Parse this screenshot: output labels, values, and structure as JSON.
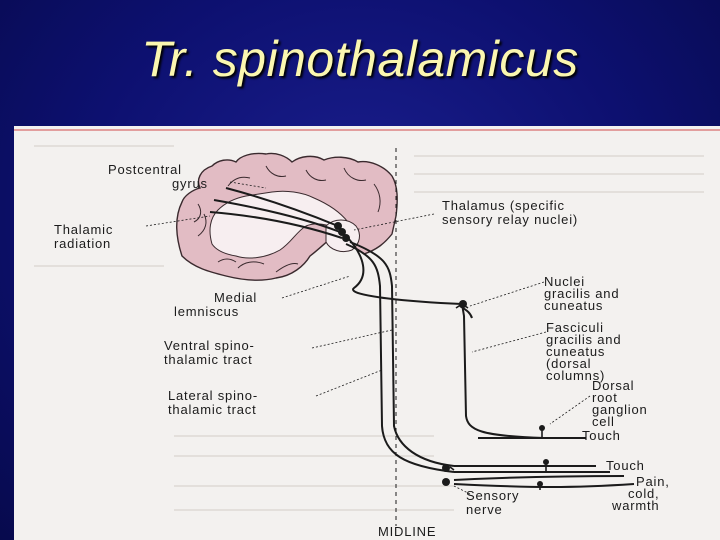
{
  "title": "Tr. spinothalamicus",
  "figure": {
    "labels": {
      "postcentral_gyrus": [
        "Postcentral",
        "gyrus"
      ],
      "thalamic_radiation": [
        "Thalamic",
        "radiation"
      ],
      "thalamus": [
        "Thalamus (specific",
        "sensory relay nuclei)"
      ],
      "medial_lemniscus": [
        "Medial",
        "lemniscus"
      ],
      "nuclei_gracilis": [
        "Nuclei",
        "gracilis and",
        "cuneatus"
      ],
      "ventral_tract": [
        "Ventral spino-",
        "thalamic tract"
      ],
      "fasciculi": [
        "Fasciculi",
        "gracilis and",
        "cuneatus",
        "(dorsal",
        "columns)"
      ],
      "lateral_tract": [
        "Lateral spino-",
        "thalamic tract"
      ],
      "dorsal_root": [
        "Dorsal",
        "root",
        "ganglion",
        "cell"
      ],
      "touch_1": "Touch",
      "touch_2": "Touch",
      "pain": [
        "Pain,",
        "cold,",
        "warmth"
      ],
      "sensory_nerve": [
        "Sensory",
        "nerve"
      ],
      "midline": "MIDLINE"
    }
  },
  "colors": {
    "background": "#0d1070",
    "title": "#fbf7b0",
    "paper": "#f3f1ef",
    "cortex": "#e2bcc4",
    "ink": "#1b1b1b"
  }
}
